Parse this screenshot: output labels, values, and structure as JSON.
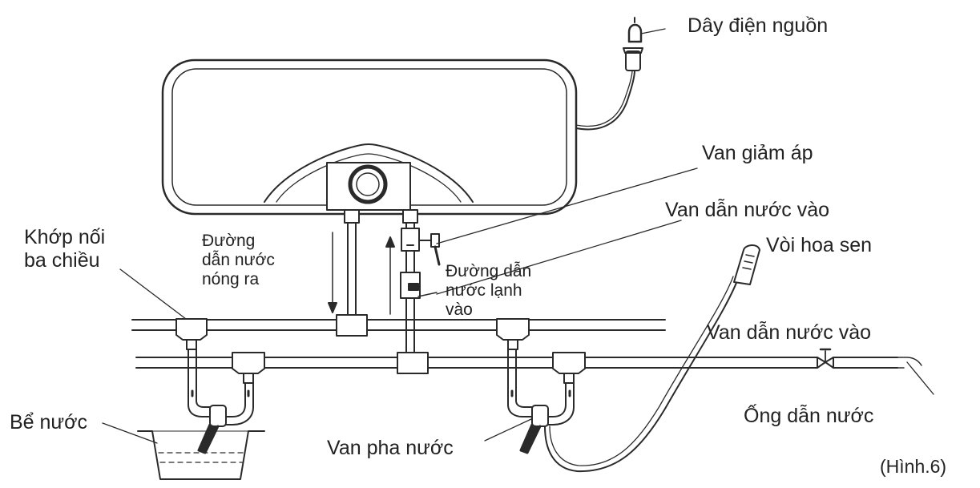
{
  "labels": {
    "power_cord": "Dây điện nguồn",
    "pressure_valve": "Van giảm áp",
    "inlet_valve_top": "Van dẫn nước vào",
    "shower_head": "Vòi hoa sen",
    "tee_joint": [
      "Khớp nối",
      "ba chiều"
    ],
    "hot_outlet": [
      "Đường",
      "dẫn nước",
      "nóng ra"
    ],
    "cold_inlet": [
      "Đường dẫn",
      "nước lạnh",
      "vào"
    ],
    "inlet_valve_right": "Van dẫn nước vào",
    "water_pipe": "Ống dẫn nước",
    "water_tank": "Bể nước",
    "mixing_valve": "Van pha nước",
    "figure_caption": "(Hình.6)"
  }
}
